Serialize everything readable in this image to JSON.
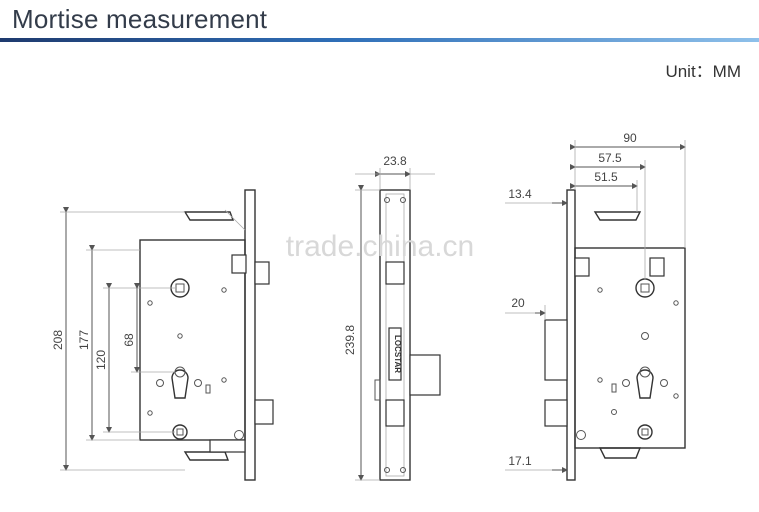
{
  "header": {
    "title": "Mortise measurement",
    "unit": "Unit：MM"
  },
  "watermark": "trade.china.cn",
  "front_view": {
    "dimensions": {
      "d208": "208",
      "d177": "177",
      "d120": "120",
      "d68": "68"
    }
  },
  "faceplate_view": {
    "dimensions": {
      "width": "23.8",
      "height": "239.8"
    },
    "brand": "LOCSTAR"
  },
  "back_view": {
    "dimensions": {
      "d90": "90",
      "d57_5": "57.5",
      "d51_5": "51.5",
      "d13_4": "13.4",
      "d20": "20",
      "d17_1": "17.1"
    }
  },
  "colors": {
    "title_rule_start": "#1e3a6e",
    "title_rule_end": "#8ec0ea"
  }
}
